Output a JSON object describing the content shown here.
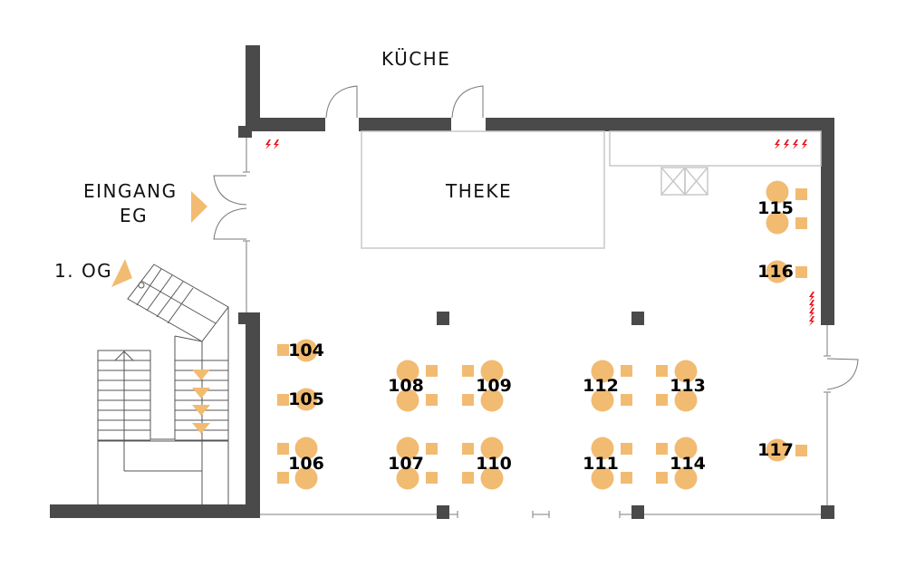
{
  "labels": {
    "kitchen": "KÜCHE",
    "counter": "THEKE",
    "entrance_line1": "EINGANG",
    "entrance_line2": "EG",
    "upper_floor": "1. OG"
  },
  "colors": {
    "wall": "#4a4a4a",
    "furniture": "#f2bb72",
    "power_outlet": "#e8141c"
  },
  "tables": [
    {
      "id": "104",
      "seats": 1
    },
    {
      "id": "105",
      "seats": 1
    },
    {
      "id": "106",
      "seats": 2
    },
    {
      "id": "107",
      "seats": 2
    },
    {
      "id": "108",
      "seats": 2
    },
    {
      "id": "109",
      "seats": 2
    },
    {
      "id": "110",
      "seats": 2
    },
    {
      "id": "111",
      "seats": 2
    },
    {
      "id": "112",
      "seats": 2
    },
    {
      "id": "113",
      "seats": 2
    },
    {
      "id": "114",
      "seats": 2
    },
    {
      "id": "115",
      "seats": 2
    },
    {
      "id": "116",
      "seats": 1
    },
    {
      "id": "117",
      "seats": 1
    }
  ],
  "power_outlets": [
    {
      "group": "entrance-top",
      "count": 2
    },
    {
      "group": "top-right",
      "count": 4
    },
    {
      "group": "right-wall",
      "count": 4
    }
  ]
}
